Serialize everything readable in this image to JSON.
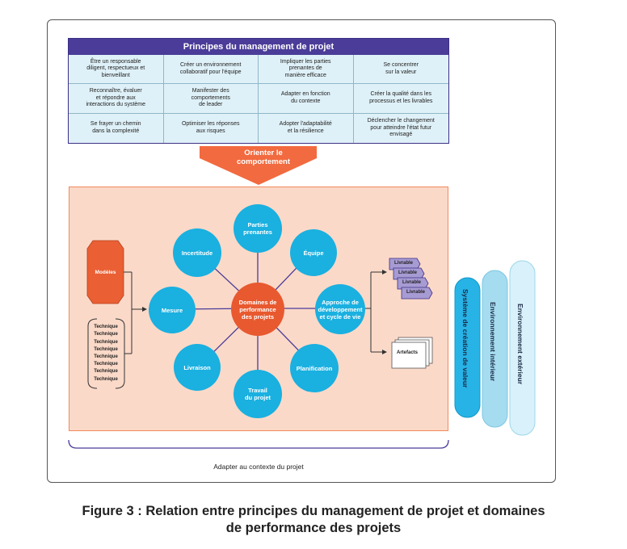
{
  "principles": {
    "title": "Principes du management de projet",
    "cells": [
      "Être un responsable\ndiligent, respectueux et\nbienveillant",
      "Créer un environnement\ncollaboratif pour l'équipe",
      "Impliquer les parties\nprenantes de\nmanière efficace",
      "Se concentrer\nsur la valeur",
      "Reconnaître, évaluer\net répondre aux\ninteractions du système",
      "Manifester des\ncomportements\nde leader",
      "Adapter en fonction\ndu contexte",
      "Créer la qualité dans les\nprocessus et les livrables",
      "Se frayer un chemin\ndans la complexité",
      "Optimiser les réponses\naux risques",
      "Adopter l'adaptabilité\net la résilience",
      "Déclencher le changement\npour atteindre l'état futur\nenvisagé"
    ]
  },
  "arrow_label": "Orienter le\ncomportement",
  "center": "Domaines de\nperformance\ndes projets",
  "domains": {
    "stakeholders": "Parties\nprenantes",
    "team": "Équipe",
    "approach": "Approche de\ndéveloppement\net cycle de vie",
    "planning": "Planification",
    "project_work": "Travail\ndu projet",
    "delivery": "Livraison",
    "measurement": "Mesure",
    "uncertainty": "Incertitude"
  },
  "models": "Modèles",
  "techniques": [
    "Technique",
    "Technique",
    "Technique",
    "Technique",
    "Technique",
    "Technique",
    "Technique",
    "Technique"
  ],
  "deliverables": [
    "Livrable",
    "Livrable",
    "Livrable",
    "Livrable"
  ],
  "artifacts": "Artefacts",
  "adapt_label": "Adapter au contexte du projet",
  "environments": {
    "value_system": "Système de création de valeur",
    "internal": "Environnement intérieur",
    "external": "Environnement extérieur"
  },
  "caption": "Figure 3 : Relation entre principes du management de projet et domaines\nde performance des projets",
  "colors": {
    "header": "#4a3c98",
    "cell_bg": "#dff1f8",
    "arrow": "#f26a3f",
    "domain_bg": "#fbd9c8",
    "circle": "#1ab0e0",
    "center": "#e8592f",
    "deliverable": "#a79bd3",
    "env_value": "#27b3e6",
    "env_internal": "#a5dcef",
    "env_external": "#d9f1fa"
  }
}
